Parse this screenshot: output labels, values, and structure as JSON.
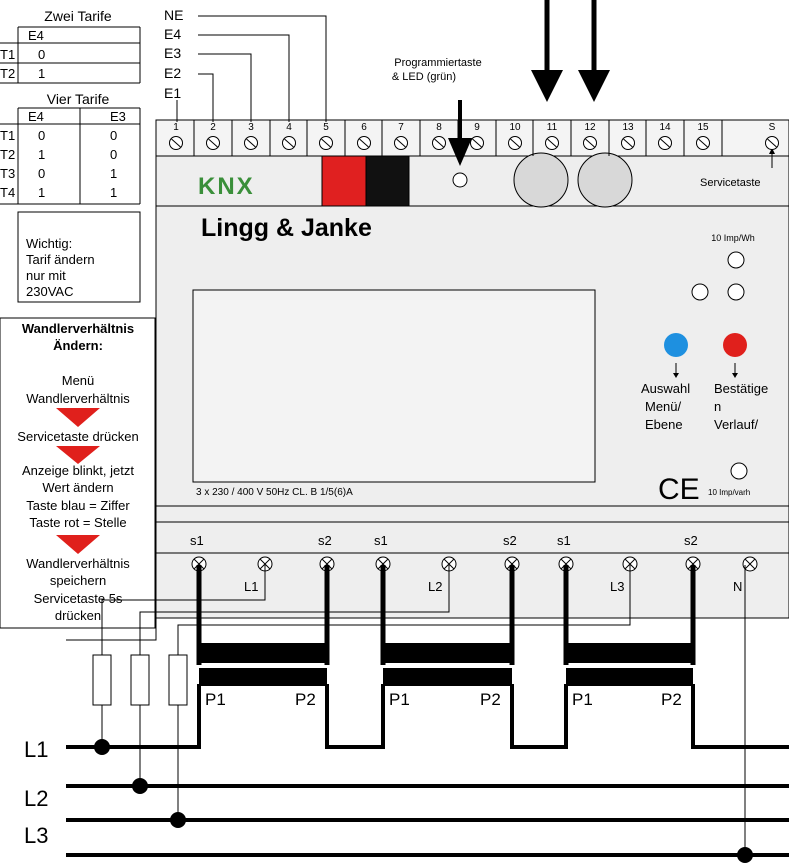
{
  "tariffs_two": {
    "title": "Zwei Tarife",
    "header": [
      "",
      "E4"
    ],
    "rows": [
      [
        "T1",
        "0"
      ],
      [
        "T2",
        "1"
      ]
    ]
  },
  "tariffs_four": {
    "title": "Vier Tarife",
    "header": [
      "",
      "E4",
      "E3"
    ],
    "rows": [
      [
        "T1",
        "0",
        "0"
      ],
      [
        "T2",
        "1",
        "0"
      ],
      [
        "T3",
        "0",
        "1"
      ],
      [
        "T4",
        "1",
        "1"
      ]
    ]
  },
  "important_note": [
    "Wichtig:",
    "Tarif ändern",
    "nur mit",
    "230VAC"
  ],
  "wandler": {
    "title": [
      "Wandlerverhältnis",
      "Ändern:"
    ],
    "step1": [
      "Menü",
      "Wandlerverhältnis"
    ],
    "step2": [
      "Servicetaste drücken"
    ],
    "step3": [
      "Anzeige blinkt, jetzt",
      "Wert ändern",
      "Taste blau = Ziffer",
      "Taste rot = Stelle"
    ],
    "step4": [
      "Wandlerverhältnis",
      "speichern",
      "Servicetaste 5s",
      "drücken"
    ]
  },
  "inputs": [
    "NE",
    "E4",
    "E3",
    "E2",
    "E1"
  ],
  "prog_label": [
    "Programmiertaste",
    "& LED (grün)"
  ],
  "terminals_top": [
    "1",
    "2",
    "3",
    "4",
    "5",
    "6",
    "7",
    "8",
    "9",
    "10",
    "11",
    "12",
    "13",
    "14",
    "15",
    "S"
  ],
  "servicetaste_label": "Servicetaste",
  "brand": "Lingg & Janke",
  "knx_logo": "KNX",
  "imp_wh": "10 Imp/Wh",
  "imp_varh": "10 Imp/varh",
  "ce_mark": "CE",
  "blue_button_label": [
    "Auswahl",
    "Menü/",
    "Ebene"
  ],
  "red_button_label": [
    "Bestätige",
    "n",
    "Verlauf/"
  ],
  "rating": "3 x 230 / 400 V 50Hz CL. B   1/5(6)A",
  "bottom_terminal_labels": [
    "s1",
    "s2",
    "s1",
    "s2",
    "s1",
    "s2"
  ],
  "phase_tap_labels": [
    "L1",
    "L2",
    "L3",
    "N"
  ],
  "transformer_labels": [
    "P1",
    "P2",
    "P1",
    "P2",
    "P1",
    "P2"
  ],
  "phases": [
    "L1",
    "L2",
    "L3"
  ],
  "colors": {
    "led_blue": "#1e90e0",
    "led_red": "#e0201c",
    "connector_red": "#e02020",
    "connector_black": "#111111",
    "arrow_red": "#e0201c",
    "device_grey": "#eeeeee",
    "knx_green": "#3a8f3a"
  }
}
